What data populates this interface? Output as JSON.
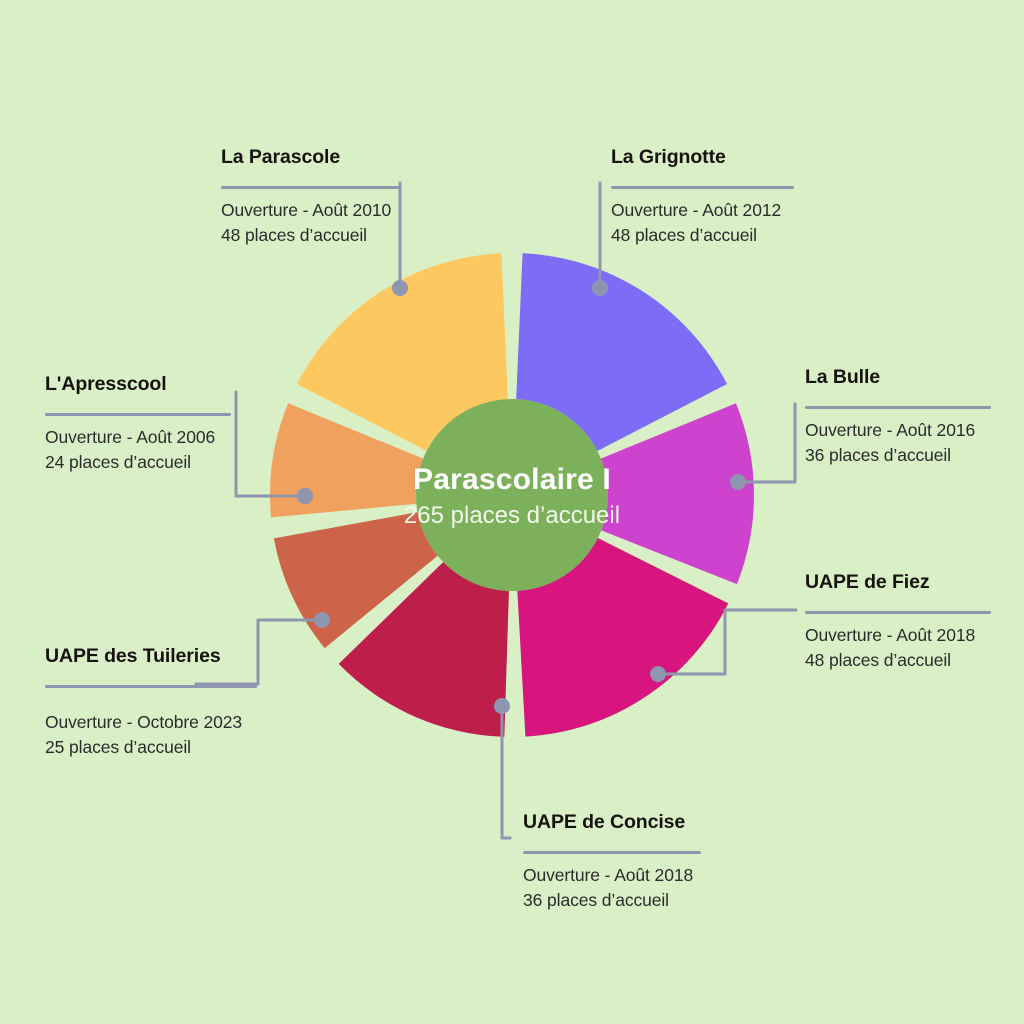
{
  "background_color": "#d9f0c6",
  "center": {
    "title": "Parascolaire I",
    "subtitle": "265 places d’accueil",
    "fill": "#7cb05b"
  },
  "connector": {
    "color": "#8e95ae",
    "width": 3,
    "dot_radius": 8
  },
  "callouts": {
    "parascole": {
      "title": "La Parascole",
      "line1": "Ouverture - Août 2010",
      "line2": "48 places d’accueil"
    },
    "grignotte": {
      "title": "La Grignotte",
      "line1": "Ouverture - Août 2012",
      "line2": "48 places d’accueil"
    },
    "apresscool": {
      "title": "L'Apresscool",
      "line1": "Ouverture - Août 2006",
      "line2": "24 places d’accueil"
    },
    "bulle": {
      "title": "La Bulle",
      "line1": "Ouverture - Août 2016",
      "line2": "36 places d’accueil"
    },
    "fiez": {
      "title": "UAPE de Fiez",
      "line1": "Ouverture - Août 2018",
      "line2": "48 places d’accueil"
    },
    "tuileries": {
      "title": "UAPE des Tuileries",
      "line1": "Ouverture - Octobre 2023",
      "line2": "25 places d’accueil"
    },
    "concise": {
      "title": "UAPE de Concise",
      "line1": "Ouverture - Août 2018",
      "line2": "36 places d’accueil"
    }
  },
  "chart_data": {
    "type": "pie",
    "variant": "donut",
    "title": "Parascolaire I",
    "subtitle": "265 places d’accueil",
    "total": 265,
    "unit": "places d’accueil",
    "center": [
      512,
      495
    ],
    "outer_radius": 242,
    "inner_radius": 96,
    "gap_degrees": 5,
    "start_angle_deg": 0,
    "categories": [
      "La Grignotte",
      "La Bulle",
      "UAPE de Fiez",
      "UAPE de Concise",
      "UAPE des Tuileries",
      "L'Apresscool",
      "La Parascole"
    ],
    "values": [
      48,
      36,
      48,
      36,
      25,
      24,
      48
    ],
    "colors": [
      "#7d6cf5",
      "#cd43cd",
      "#d8157e",
      "#bd1f4a",
      "#cd6348",
      "#f0a15e",
      "#fcc85f"
    ],
    "slices": [
      {
        "label": "La Grignotte",
        "value": 48,
        "color": "#7d6cf5",
        "opening": "Ouverture - Août 2012",
        "places_text": "48 places d’accueil"
      },
      {
        "label": "La Bulle",
        "value": 36,
        "color": "#cd43cd",
        "opening": "Ouverture - Août 2016",
        "places_text": "36 places d’accueil"
      },
      {
        "label": "UAPE de Fiez",
        "value": 48,
        "color": "#d8157e",
        "opening": "Ouverture - Août 2018",
        "places_text": "48 places d’accueil"
      },
      {
        "label": "UAPE de Concise",
        "value": 36,
        "color": "#bd1f4a",
        "opening": "Ouverture - Août 2018",
        "places_text": "36 places d’accueil"
      },
      {
        "label": "UAPE des Tuileries",
        "value": 25,
        "color": "#cd6348",
        "opening": "Ouverture - Octobre 2023",
        "places_text": "25 places d’accueil"
      },
      {
        "label": "L'Apresscool",
        "value": 24,
        "color": "#f0a15e",
        "opening": "Ouverture - Août 2006",
        "places_text": "24 places d’accueil"
      },
      {
        "label": "La Parascole",
        "value": 48,
        "color": "#fcc85f",
        "opening": "Ouverture - Août 2010",
        "places_text": "48 places d’accueil"
      }
    ],
    "legend": "none",
    "grid": false
  }
}
